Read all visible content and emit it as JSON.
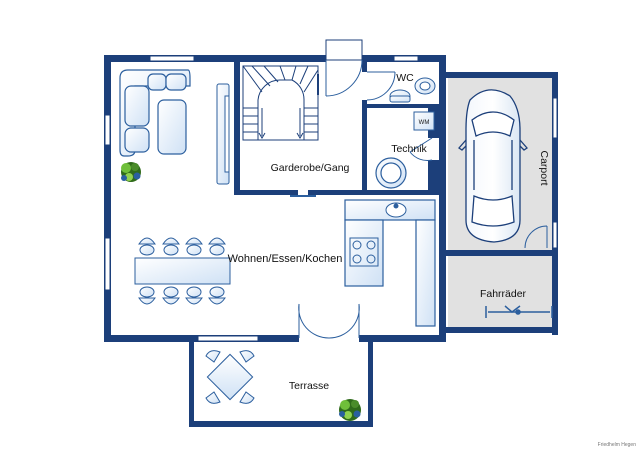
{
  "rooms": {
    "wohnen": "Wohnen/Essen/Kochen",
    "garderobe": "Garderobe/Gang",
    "wc": "WC",
    "technik": "Technik",
    "terrasse": "Terrasse",
    "fahrraeder": "Fahrräder",
    "carport": "Carport"
  },
  "appliance": {
    "wm": "WM"
  },
  "credit": "Friedhelm Hegen",
  "colors": {
    "wall": "#1c3f7a",
    "fixture": "#2c5f9e",
    "fixture_fill": "#e4effb",
    "carport_floor": "#e1e1e1",
    "plant": "#4a8c2a"
  },
  "icons": [
    "stair-icon",
    "sofa-icon",
    "dining-table-icon",
    "bistro-table-icon",
    "plant-icon",
    "car-icon",
    "bicycle-icon",
    "toilet-icon",
    "sink-icon",
    "stove-icon",
    "boiler-icon",
    "washing-machine-icon"
  ]
}
